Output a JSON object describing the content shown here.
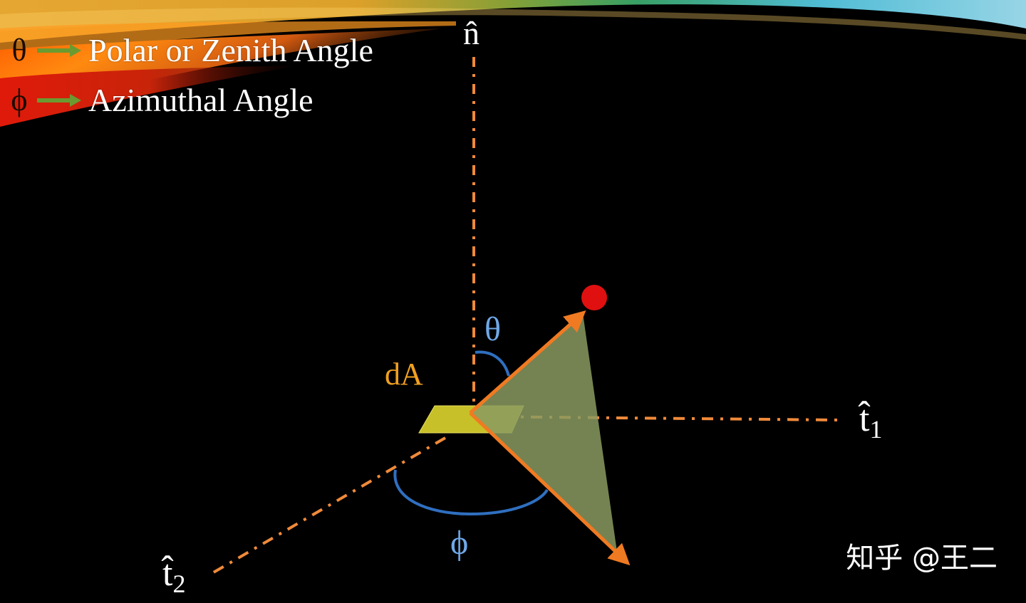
{
  "legend": {
    "items": [
      {
        "symbol": "θ",
        "label": "Polar or Zenith Angle"
      },
      {
        "symbol": "ϕ",
        "label": "Azimuthal Angle"
      }
    ]
  },
  "diagram": {
    "normal_label": "n̂",
    "t1_label": "t̂",
    "t1_sub": "1",
    "t2_label": "t̂",
    "t2_sub": "2",
    "area_label": "dA",
    "theta_label": "θ",
    "phi_label": "ϕ"
  },
  "watermark": "知乎 @王二",
  "colors": {
    "axis": "#f08a3a",
    "arrow": "#f07a22",
    "triangle_fill": "#8a9a60",
    "area_patch": "#c8c028",
    "arc": "#2f6fc0",
    "label_blue": "#6fa8e8",
    "point": "#e01010",
    "area_label": "#f0a020",
    "legend_arrow": "#6a9a30"
  }
}
